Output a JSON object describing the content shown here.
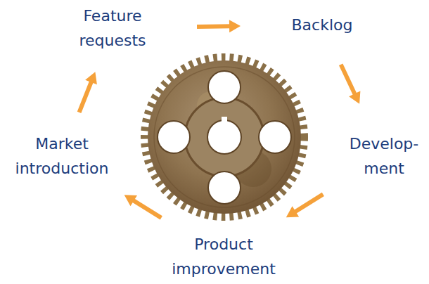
{
  "diagram": {
    "nodes": [
      {
        "text": [
          "Feature requests"
        ]
      },
      {
        "text": [
          "Backlog"
        ]
      },
      {
        "text": [
          "Develop- ment"
        ]
      },
      {
        "text": [
          "Product improvement"
        ]
      },
      {
        "text": [
          "Market introduction"
        ]
      }
    ],
    "edges": [
      {
        "from": 0,
        "to": 1,
        "arrow": "to"
      },
      {
        "from": 1,
        "to": 2,
        "arrow": "to"
      },
      {
        "from": 2,
        "to": 3,
        "arrow": "to"
      },
      {
        "from": 3,
        "to": 4,
        "arrow": "to"
      },
      {
        "from": 4,
        "to": 0,
        "arrow": "to"
      }
    ]
  }
}
